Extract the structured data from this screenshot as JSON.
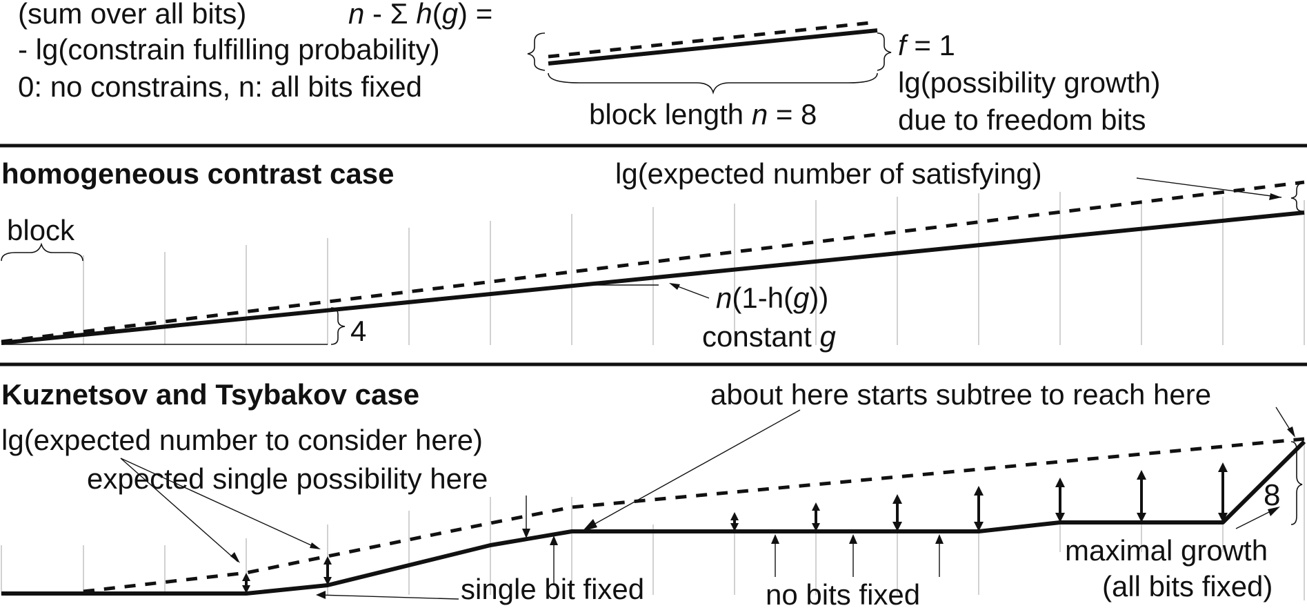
{
  "top": {
    "line1_a": "(sum over all bits)",
    "line1_b_n": "n",
    "line1_b_mid": " - Σ ",
    "line1_b_h": "h",
    "line1_b_open": "(",
    "line1_b_g": "g",
    "line1_b_close": ") =",
    "line2": "- lg(constrain fulfilling probability)",
    "line3": "0: no constrains, n: all bits fixed",
    "block_len_prefix": "block length ",
    "block_len_n": "n",
    "block_len_suffix": " = 8",
    "f_var": "f",
    "f_eq": " = 1",
    "growth1": "lg(possibility growth)",
    "growth2": "due to freedom bits"
  },
  "homogeneous": {
    "title": "homogeneous contrast case",
    "expected_label": "lg(expected number of satisfying)",
    "block_label": "block",
    "four_label": "4",
    "n_var": "n",
    "one_minus": "(1-h(",
    "g_var": "g",
    "close": "))",
    "constant_prefix": "constant ",
    "constant_g": "g"
  },
  "kt": {
    "title": "Kuznetsov and Tsybakov case",
    "about_label": "about here starts subtree to reach here",
    "consider_label": "lg(expected number to consider here)",
    "single_possibility": "expected single possibility here",
    "single_bit": "single bit fixed",
    "no_bits": "no bits fixed",
    "eight_label": "8",
    "maximal_growth": "maximal growth",
    "all_bits": "(all bits fixed)"
  }
}
